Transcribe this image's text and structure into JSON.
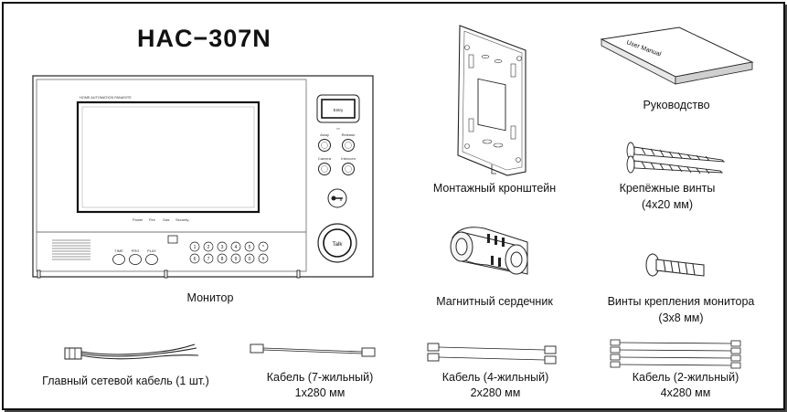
{
  "model": "HAC−307N",
  "monitor": {
    "brand_text": "HOME AUTOMATION PANASITE",
    "entry_label": "Entry",
    "buttons": [
      "Away",
      "Release",
      "Camera",
      "Intercom"
    ],
    "status_labels": [
      "Power",
      "Fire",
      "Gas",
      "Security"
    ],
    "func_keys": [
      "TIME",
      "PRG",
      "PLAY"
    ],
    "talk_label": "Talk",
    "keypad": [
      "1",
      "2",
      "3",
      "4",
      "5",
      "*",
      "6",
      "7",
      "8",
      "9",
      "0",
      "#"
    ],
    "caption": "Монитор"
  },
  "items": {
    "manual": {
      "cover_text": "User Manual",
      "caption": "Руководство"
    },
    "bracket": {
      "caption": "Монтажный кронштейн"
    },
    "mount_screws": {
      "caption_line1": "Крепёжные винты",
      "caption_line2": "(4x20 мм)"
    },
    "ferrite": {
      "caption": "Магнитный сердечник"
    },
    "monitor_screws": {
      "caption_line1": "Винты крепления монитора",
      "caption_line2": "(3x8 мм)"
    },
    "main_cable": {
      "caption": "Главный сетевой кабель (1 шт.)"
    },
    "cable7": {
      "caption_line1": "Кабель (7-жильный)",
      "caption_line2": "1x280 мм"
    },
    "cable4": {
      "caption_line1": "Кабель (4-жильный)",
      "caption_line2": "2x280 мм"
    },
    "cable2": {
      "caption_line1": "Кабель (2-жильный)",
      "caption_line2": "4x280 мм"
    }
  }
}
